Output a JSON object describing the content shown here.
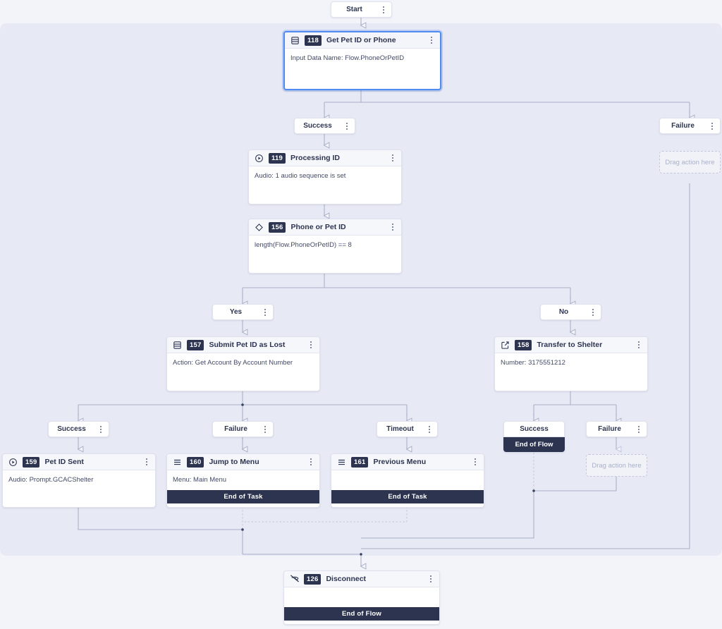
{
  "canvas": {
    "background_color": "#e7e9f4",
    "page_background_color": "#f3f4f9",
    "accent_color": "#2c3450",
    "selected_border_color": "#4f8bf0"
  },
  "start_node": {
    "label": "Start"
  },
  "nodes": [
    {
      "id": "118",
      "title": "Get Pet ID or Phone",
      "icon": "database-icon",
      "body": "Input Data Name: Flow.PhoneOrPetID",
      "selected": true,
      "footer": ""
    },
    {
      "id": "119",
      "title": "Processing ID",
      "icon": "play-circle-icon",
      "body": "Audio: 1 audio sequence is set",
      "selected": false,
      "footer": ""
    },
    {
      "id": "156",
      "title": "Phone or Pet ID",
      "icon": "diamond-icon",
      "body": "length(Flow.PhoneOrPetID) == 8",
      "selected": false,
      "footer": ""
    },
    {
      "id": "157",
      "title": "Submit Pet ID as Lost",
      "icon": "database-icon",
      "body": "Action: Get Account By Account Number",
      "selected": false,
      "footer": ""
    },
    {
      "id": "158",
      "title": "Transfer to Shelter",
      "icon": "external-link-icon",
      "body": "Number: 3175551212",
      "selected": false,
      "footer": ""
    },
    {
      "id": "159",
      "title": "Pet ID Sent",
      "icon": "play-circle-icon",
      "body": "Audio: Prompt.GCACShelter",
      "selected": false,
      "footer": ""
    },
    {
      "id": "160",
      "title": "Jump to Menu",
      "icon": "menu-lines-icon",
      "body": "Menu: Main Menu",
      "selected": false,
      "footer": "End of Task"
    },
    {
      "id": "161",
      "title": "Previous Menu",
      "icon": "menu-lines-icon",
      "body": "",
      "selected": false,
      "footer": "End of Task"
    },
    {
      "id": "126",
      "title": "Disconnect",
      "icon": "phone-slash-icon",
      "body": "",
      "selected": false,
      "footer": "End of Flow"
    }
  ],
  "branches": [
    {
      "key": "b_success_118",
      "label": "Success"
    },
    {
      "key": "b_failure_118",
      "label": "Failure"
    },
    {
      "key": "b_yes_156",
      "label": "Yes"
    },
    {
      "key": "b_no_156",
      "label": "No"
    },
    {
      "key": "b_success_157",
      "label": "Success"
    },
    {
      "key": "b_failure_157",
      "label": "Failure"
    },
    {
      "key": "b_timeout_157",
      "label": "Timeout"
    },
    {
      "key": "b_success_158",
      "label": "Success"
    },
    {
      "key": "b_failure_158",
      "label": "Failure"
    }
  ],
  "terminals": {
    "success_158_end": "End of Flow"
  },
  "dropzones": [
    {
      "key": "dz_failure_118",
      "label": "Drag action here"
    },
    {
      "key": "dz_failure_158",
      "label": "Drag action here"
    }
  ]
}
